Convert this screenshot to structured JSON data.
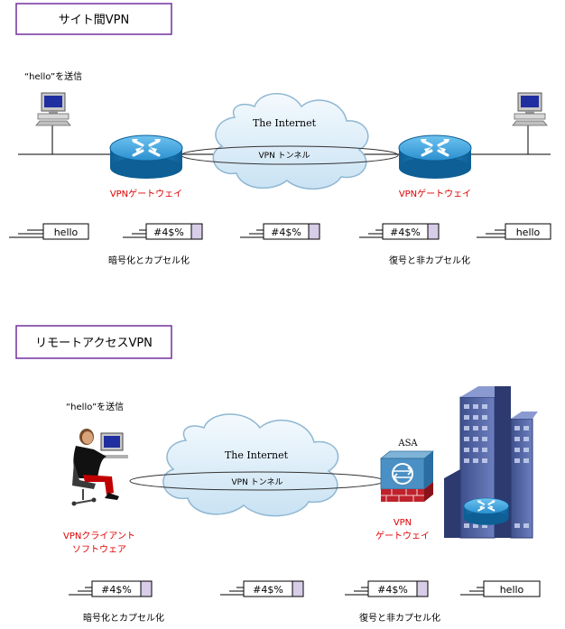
{
  "section1": {
    "title": "サイト間VPN",
    "send_label": "“hello”を送信",
    "cloud_label": "The Internet",
    "tunnel_label": "VPN トンネル",
    "gateway_left": "VPNゲートウェイ",
    "gateway_right": "VPNゲートウェイ",
    "packets": [
      "hello",
      "#4$%",
      "#4$%",
      "#4$%",
      "hello"
    ],
    "encrypt_label": "暗号化とカプセル化",
    "decrypt_label": "復号と非カプセル化"
  },
  "section2": {
    "title": "リモートアクセスVPN",
    "send_label": "“hello”を送信",
    "cloud_label": "The Internet",
    "tunnel_label": "VPN トンネル",
    "asa_label": "ASA",
    "client_line1": "VPNクライアント",
    "client_line2": "ソフトウェア",
    "gateway_line1": "VPN",
    "gateway_line2": "ゲートウェイ",
    "packets": [
      "#4$%",
      "#4$%",
      "#4$%",
      "hello"
    ],
    "encrypt_label": "暗号化とカプセル化",
    "decrypt_label": "復号と非カプセル化"
  },
  "colors": {
    "box_border": "#7030a0",
    "red_label": "#e00000",
    "router_blue": "#1a86c8",
    "cloud": "#d9ecf7",
    "pad": "#d8cde8"
  }
}
